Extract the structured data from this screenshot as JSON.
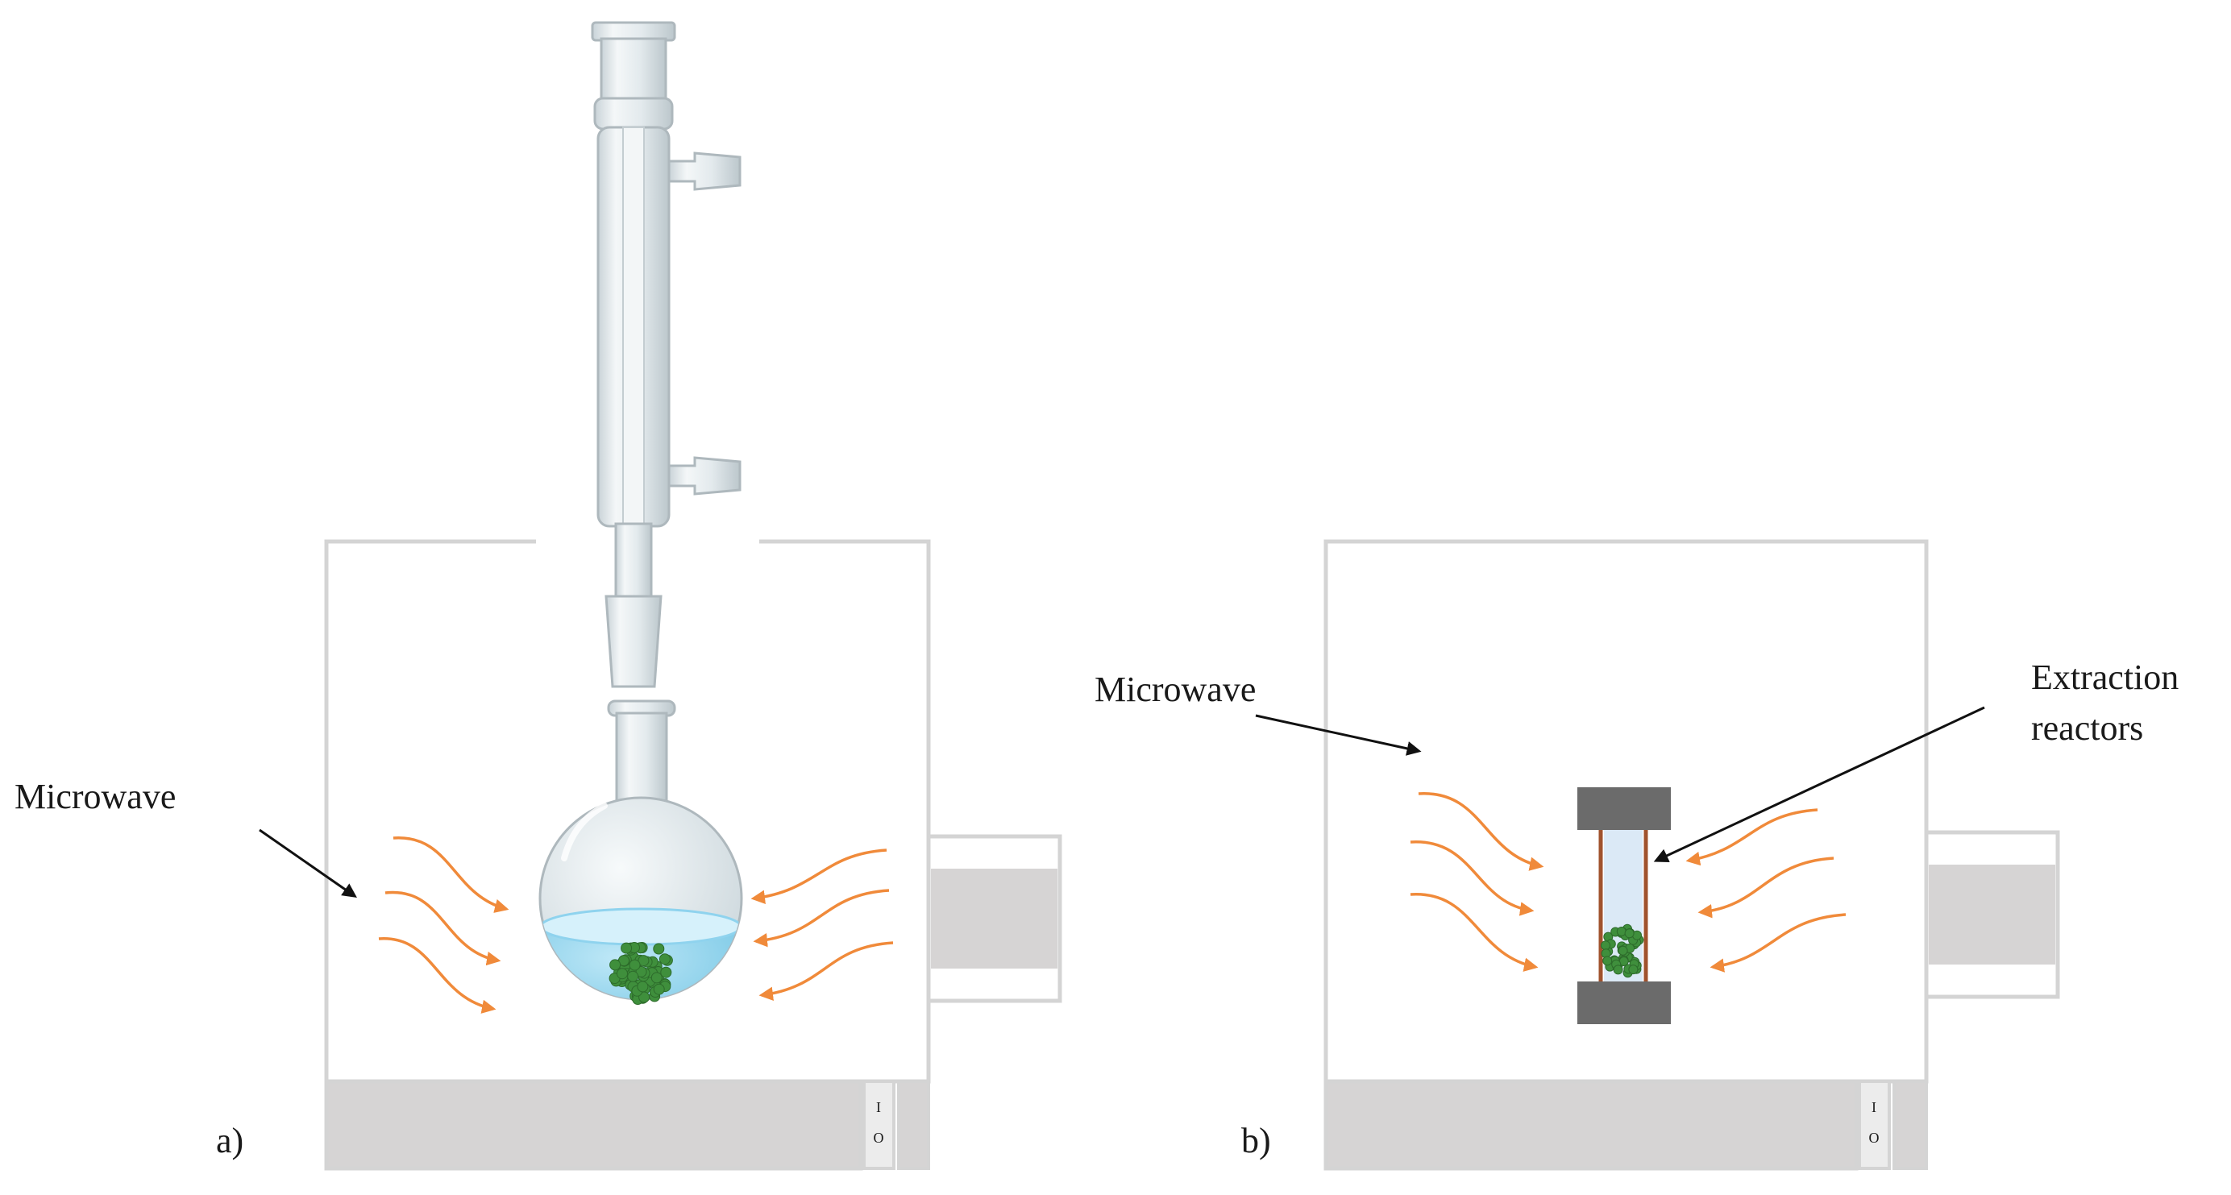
{
  "panels": [
    {
      "id": "a",
      "label": "a)",
      "microwave_label": "Microwave",
      "power_switch_text": "I O"
    },
    {
      "id": "b",
      "label": "b)",
      "microwave_label": "Microwave",
      "reactor_label_line1": "Extraction",
      "reactor_label_line2": "reactors",
      "power_switch_text": "I O"
    }
  ],
  "colors": {
    "oven_outline": "#d4d4d4",
    "oven_base": "#d6d4d4",
    "wave_arrow": "#f08a3a",
    "solvent": "#8fd3ee",
    "glass": "#e6eef2",
    "plant_material": "#3f8f3c",
    "reactor_cap": "#6b6b6b",
    "reactor_wall": "#a0522d",
    "reactor_fill": "#dbe9f6"
  },
  "icons": [
    "microwave-oven",
    "reflux-condenser",
    "round-bottom-flask",
    "extraction-reactor",
    "microwave-radiation-arrows",
    "power-switch"
  ]
}
